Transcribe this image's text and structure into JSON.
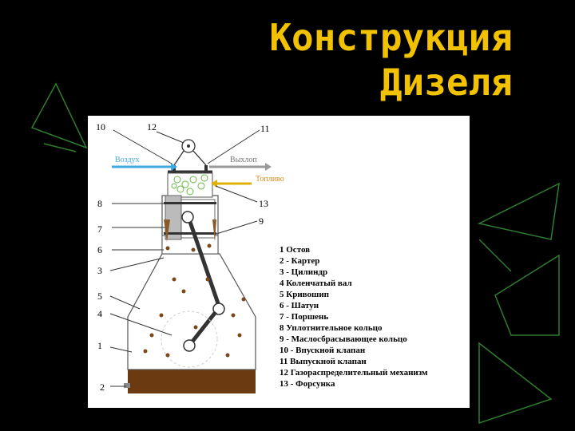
{
  "title": {
    "line1": "Конструкция",
    "line2": "Дизеля"
  },
  "colors": {
    "background": "#000000",
    "accent_lines": "#2e7d2e",
    "title": "#f2c200",
    "panel": "#ffffff",
    "air_arrow": "#3fa9e0",
    "exhaust_arrow": "#888888",
    "fuel": "#e08a20",
    "oil": "#6b3a10"
  },
  "diagram": {
    "flow_labels": {
      "air": "Воздух",
      "exhaust": "Выхлоп",
      "fuel": "Топливо"
    },
    "part_numbers": {
      "n10": "10",
      "n12": "12",
      "n11": "11",
      "n8": "8",
      "n13": "13",
      "n7": "7",
      "n9": "9",
      "n6": "6",
      "n3": "3",
      "n5": "5",
      "n4": "4",
      "n1": "1",
      "n2": "2"
    },
    "legend": [
      "1   Остов",
      "2 - Картер",
      "3 - Цилиндр",
      "4   Коленчатый вал",
      "5   Кривошип",
      "6 - Шатун",
      "7 - Поршень",
      "8   Уплотнительное кольцо",
      "9 - Маслосбрасывающее кольцо",
      "10 - Впускной клапан",
      "11   Выпускной клапан",
      "12   Газораспределительный механизм",
      "13 - Форсунка"
    ]
  }
}
